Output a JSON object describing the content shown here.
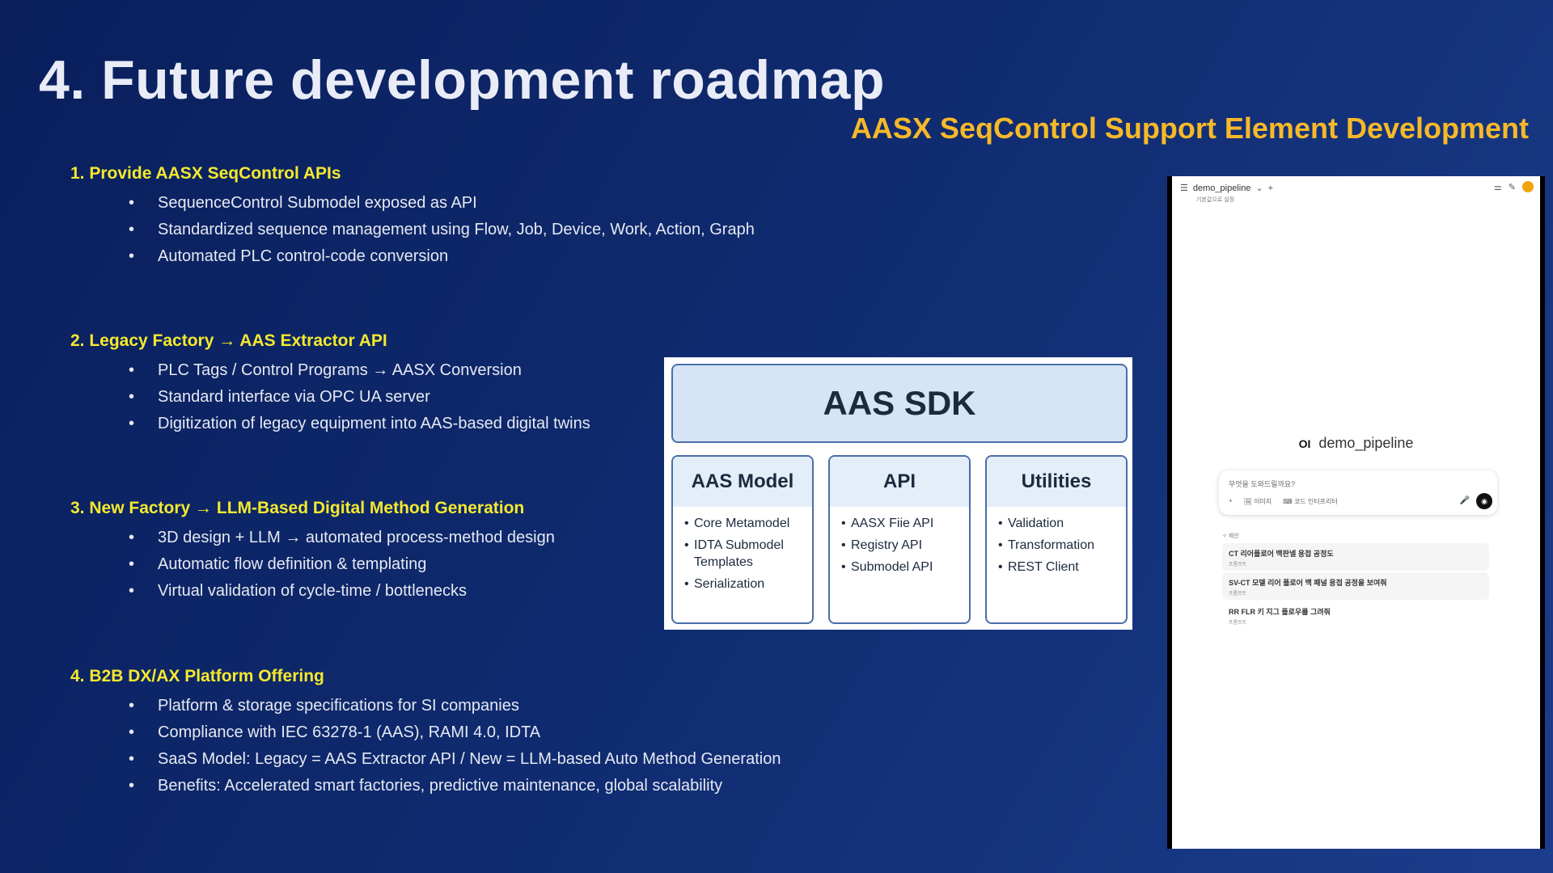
{
  "title": "4. Future development roadmap",
  "subtitle": "AASX SeqControl Support Element Development",
  "sections": [
    {
      "heading": "1. Provide AASX SeqControl APIs",
      "bullets": [
        "SequenceControl Submodel exposed as API",
        "Standardized sequence management using Flow, Job, Device, Work, Action, Graph",
        "Automated PLC control-code conversion"
      ]
    },
    {
      "heading": "2. Legacy Factory → AAS Extractor API",
      "bullets": [
        "PLC Tags / Control Programs → AASX Conversion",
        "Standard interface via OPC UA server",
        "Digitization of legacy equipment into AAS-based digital twins"
      ]
    },
    {
      "heading": "3. New Factory → LLM-Based Digital Method Generation",
      "bullets": [
        "3D design + LLM → automated process-method design",
        "Automatic flow definition & templating",
        "Virtual validation of cycle-time / bottlenecks"
      ]
    },
    {
      "heading": "4. B2B DX/AX Platform Offering",
      "bullets": [
        "Platform & storage specifications for SI companies",
        "Compliance with IEC 63278-1 (AAS), RAMI 4.0, IDTA",
        "SaaS Model: Legacy = AAS Extractor API / New = LLM-based Auto Method Generation",
        "Benefits: Accelerated smart factories, predictive maintenance, global scalability"
      ]
    }
  ],
  "bullet_symbol": "•",
  "sdk": {
    "title": "AAS SDK",
    "boxes": [
      {
        "title": "AAS Model",
        "items": [
          "Core Metamodel",
          "IDTA Submodel Templates",
          "Serialization"
        ]
      },
      {
        "title": "API",
        "items": [
          "AASX Fiie API",
          "Registry API",
          "Submodel API"
        ]
      },
      {
        "title": "Utilities",
        "items": [
          "Validation",
          "Transformation",
          "REST Client"
        ]
      }
    ]
  },
  "chat": {
    "project_name": "demo_pipeline",
    "project_sub": "기본값으로 설정",
    "center_title": "demo_pipeline",
    "logo_text": "OI",
    "placeholder": "무엇을 도와드릴까요?",
    "tool_image": "이미지",
    "tool_code": "코드 인터프리터",
    "suggest_label": "✧ 제안",
    "suggestions": [
      {
        "title": "CT 리어플로어 백판넬 용접 공정도",
        "sub": "프롬프트"
      },
      {
        "title": "SV-CT 모델 리어 플로어 백 패널 용접 공정을 보여줘",
        "sub": "프롬프트"
      },
      {
        "title": "RR FLR 키 지그 플로우를 그려줘",
        "sub": "프롬프트"
      }
    ]
  },
  "colors": {
    "heading_yellow": "#f4e92e",
    "subtitle_orange": "#f7b928",
    "avatar": "#f2a30f"
  }
}
